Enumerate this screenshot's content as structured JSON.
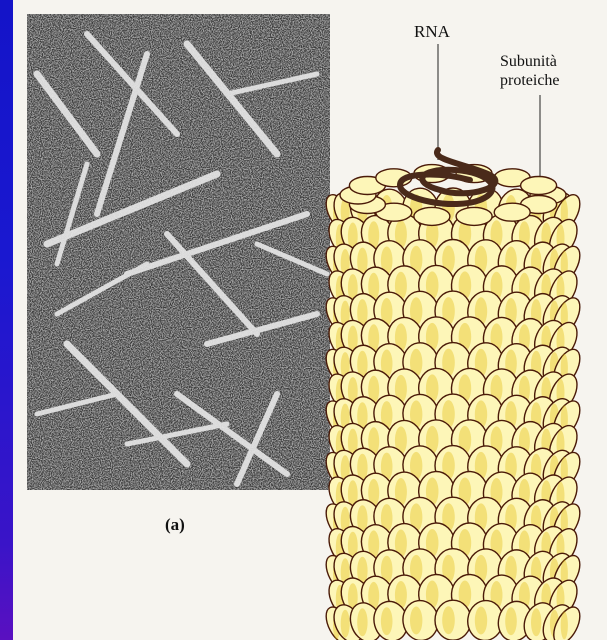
{
  "labels": {
    "panel": "(a)",
    "rna": "RNA",
    "subunits_line1": "Subunità",
    "subunits_line2": "proteiche"
  },
  "colors": {
    "background_blue": "#1a18d0",
    "page": "#f6f4ef",
    "subunit_fill": "#fdf6b8",
    "subunit_edge": "#e0b800",
    "subunit_outline": "#4a1a08",
    "rna_coil": "#4a2a1a"
  }
}
